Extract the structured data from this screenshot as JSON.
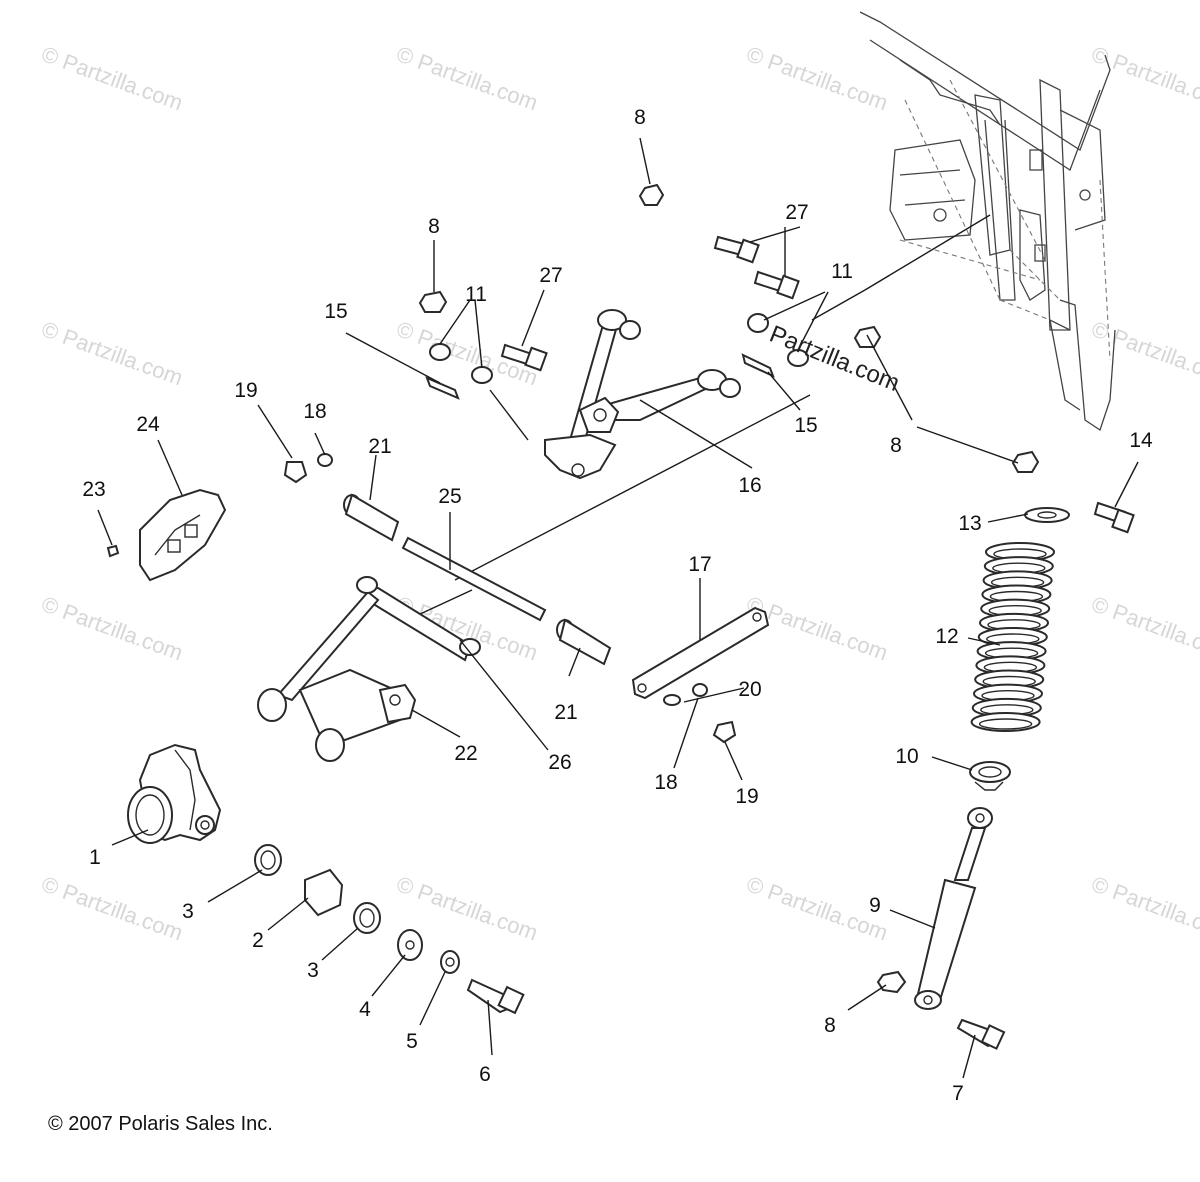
{
  "copyright": "© 2007 Polaris Sales Inc.",
  "watermark_text": "© Partzilla.com",
  "overlay_watermark": "Partzilla.com",
  "callouts": {
    "c1": "1",
    "c2": "2",
    "c3a": "3",
    "c3b": "3",
    "c4": "4",
    "c5": "5",
    "c6": "6",
    "c7": "7",
    "c8a": "8",
    "c8b": "8",
    "c8c": "8",
    "c8d": "8",
    "c9": "9",
    "c10": "10",
    "c11a": "11",
    "c11b": "11",
    "c12": "12",
    "c13": "13",
    "c14": "14",
    "c15a": "15",
    "c15b": "15",
    "c16": "16",
    "c17": "17",
    "c18a": "18",
    "c18b": "18",
    "c19a": "19",
    "c19b": "19",
    "c20": "20",
    "c21a": "21",
    "c21b": "21",
    "c22": "22",
    "c23": "23",
    "c24": "24",
    "c25": "25",
    "c26": "26",
    "c27a": "27",
    "c27b": "27"
  },
  "colors": {
    "line": "#2a2a2a",
    "watermark": "#d6d6d6",
    "background": "#ffffff"
  }
}
